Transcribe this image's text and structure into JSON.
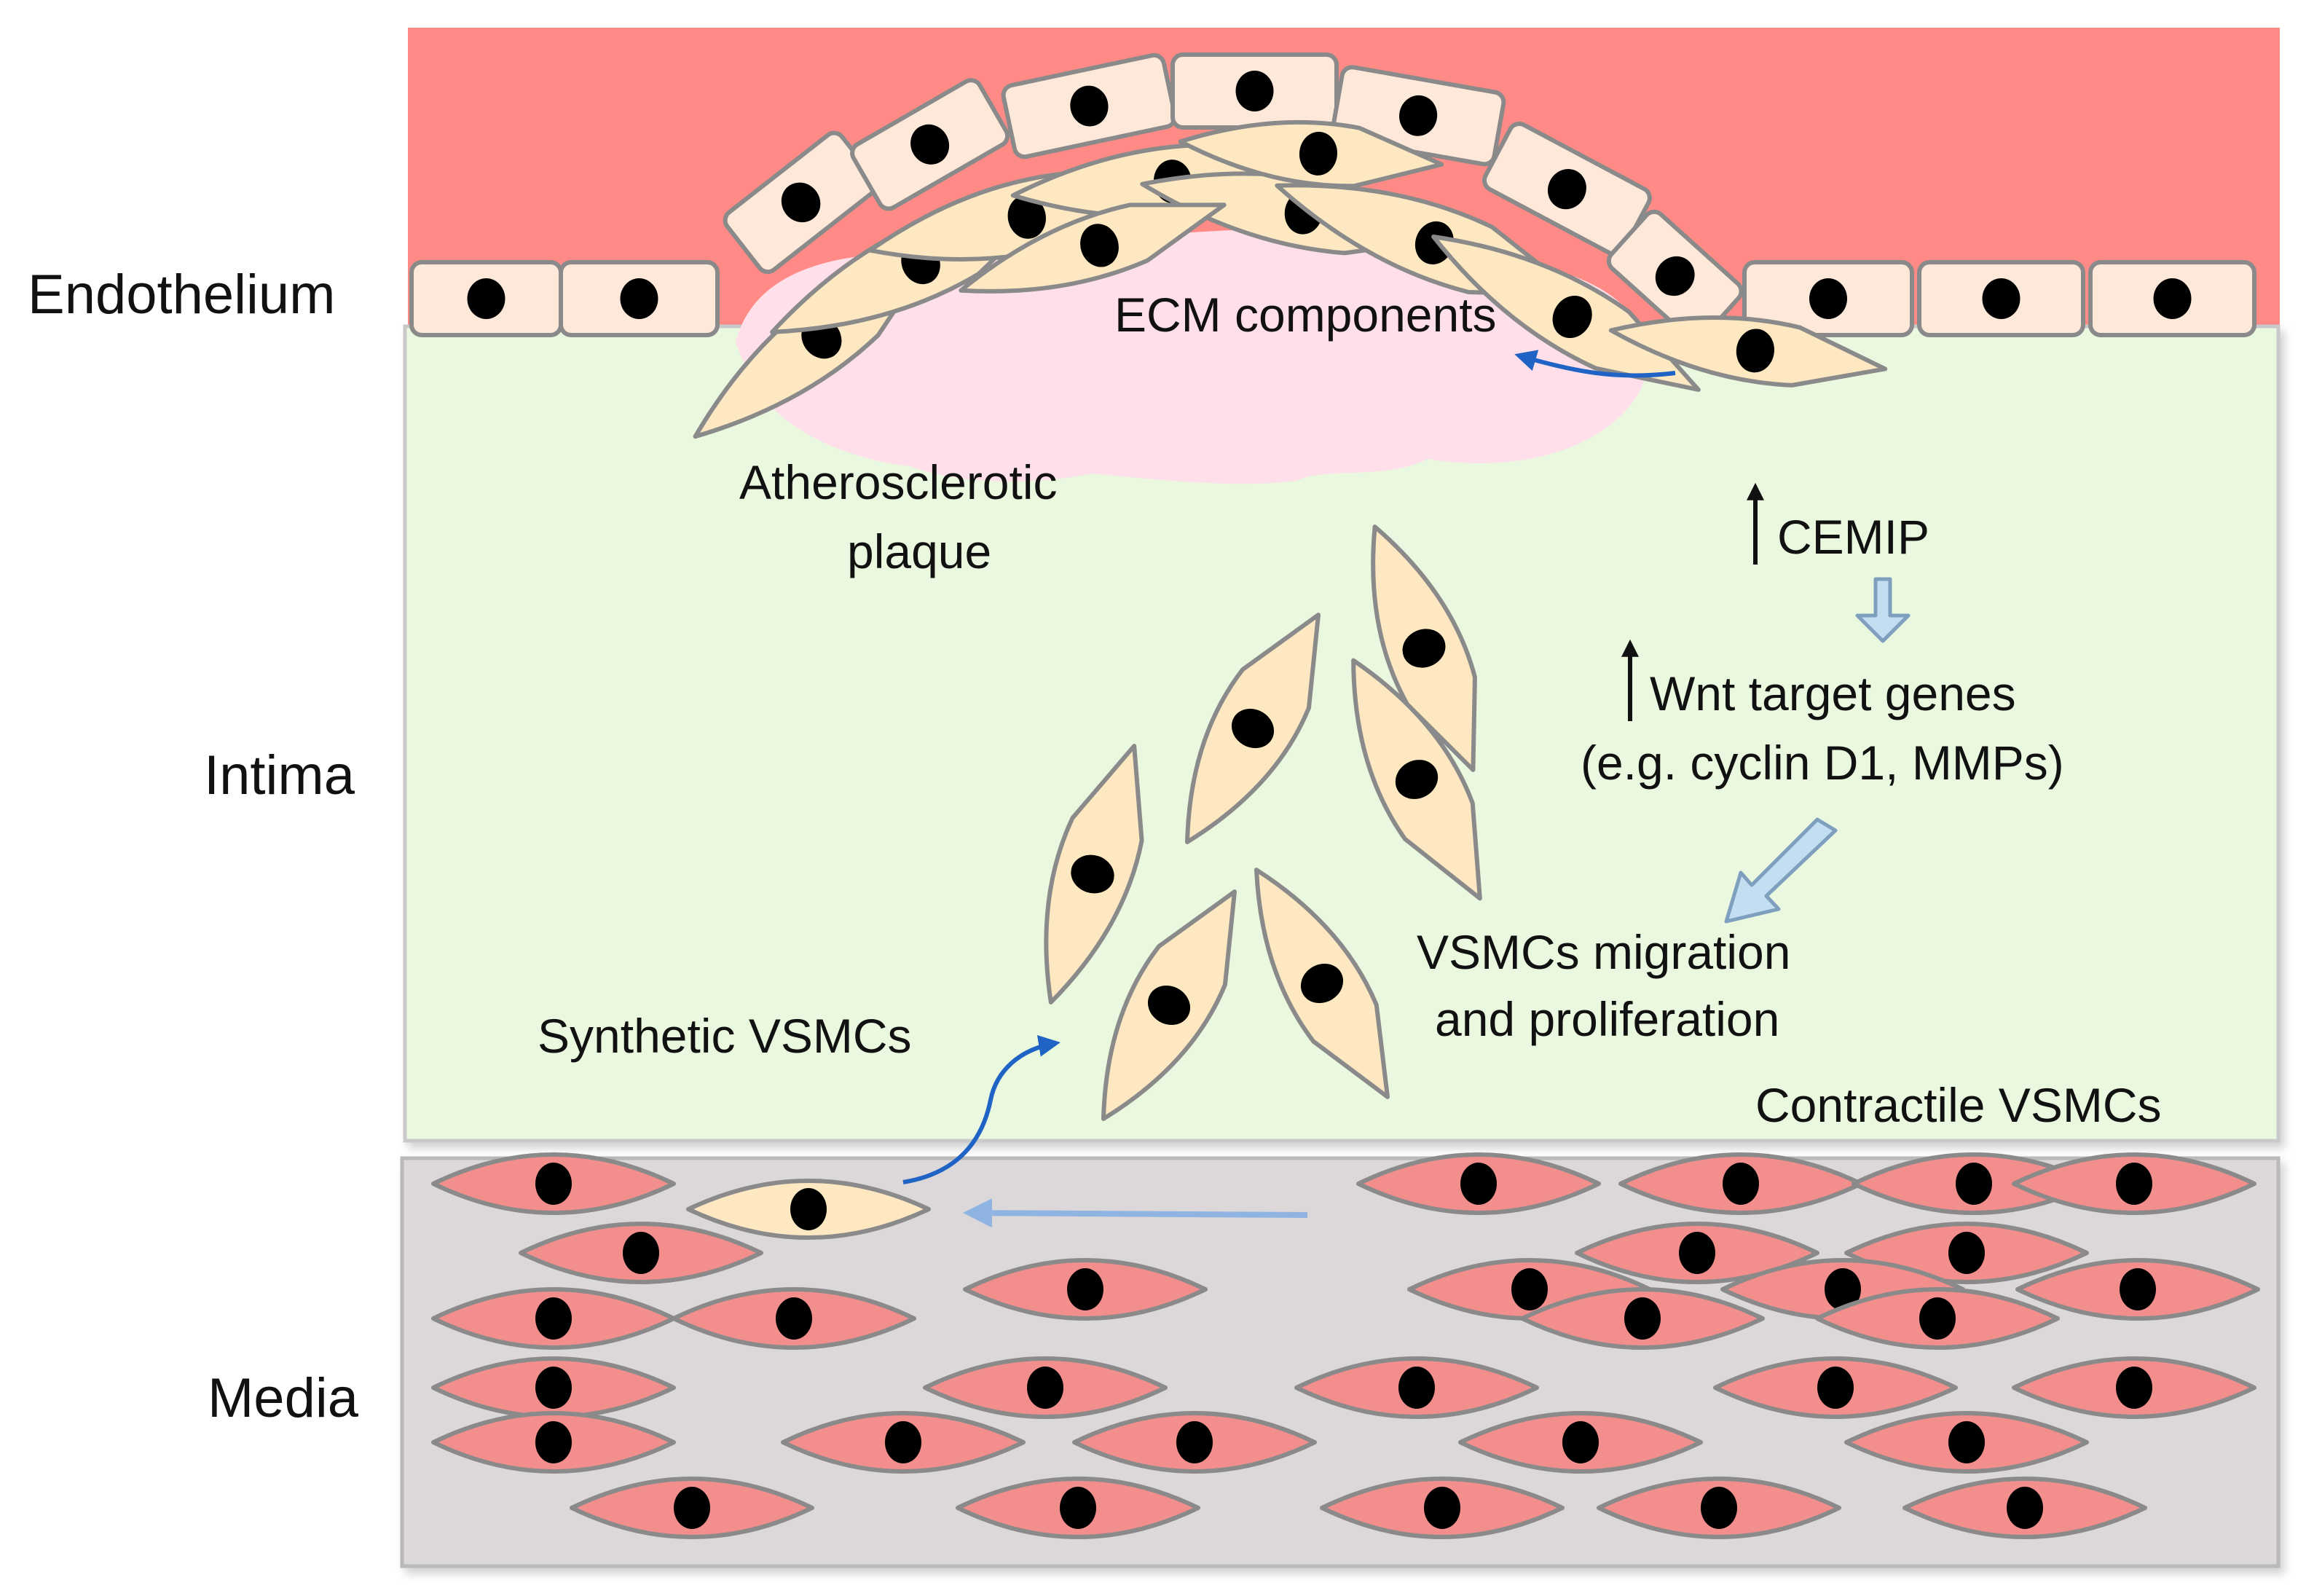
{
  "layers": {
    "endothelium": "Endothelium",
    "intima": "Intima",
    "media": "Media"
  },
  "annotations": {
    "ecm": "ECM components",
    "plaque_line1": "Atherosclerotic",
    "plaque_line2": "plaque",
    "cemip": "CEMIP",
    "wnt": "Wnt target genes",
    "wnt_examples": "(e.g. cyclin D1, MMPs)",
    "migration_line1": "VSMCs migration",
    "migration_line2": "and proliferation",
    "synthetic": "Synthetic VSMCs",
    "contractile": "Contractile VSMCs"
  },
  "colors": {
    "lumen": "#ff8a86",
    "intima": "#e9f8df",
    "media": "#dcd7d9",
    "plaque": "#ffe0ea",
    "endothelial_cell": "#fde8d9",
    "synthetic_cell": "#fde8c2",
    "contractile_cell": "#f28e8c",
    "nucleus": "#000000",
    "cell_outline": "#8a8a8a",
    "curved_arrow": "#1f63c4",
    "hollow_arrow_fill": "#c4def1",
    "hollow_arrow_stroke": "#7f9fbf"
  }
}
